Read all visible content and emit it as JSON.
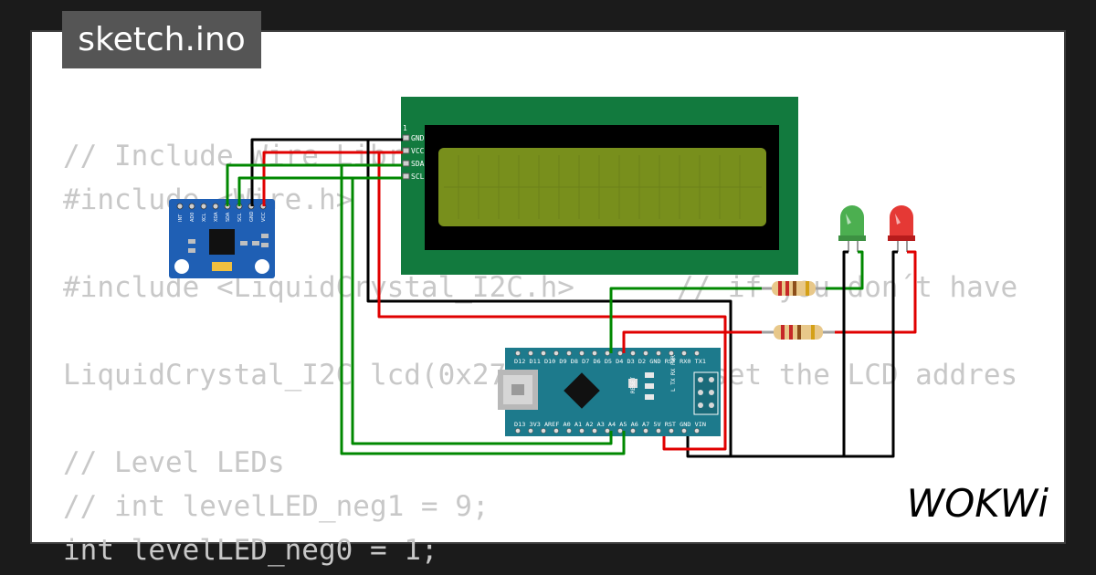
{
  "project": {
    "filename": "sketch.ino"
  },
  "code_lines": [
    "// Include Wire Library",
    "#include <Wire.h>",
    "",
    "#include <LiquidCrystal_I2C.h>      // if you don´t have",
    "",
    "LiquidCrystal_I2C lcd(0x27,16,2);  // set the LCD addres",
    "",
    "// Level LEDs",
    "// int levelLED_neg1 = 9;",
    "int levelLED_neg0 = 1;"
  ],
  "lcd": {
    "pin_index": "1",
    "pins": [
      "GND",
      "VCC",
      "SDA",
      "SCL"
    ]
  },
  "mpu": {
    "pins": [
      "INT",
      "AD0",
      "XCL",
      "XDA",
      "SDA",
      "SCL",
      "GND",
      "VCC"
    ]
  },
  "nano": {
    "top_pins": "D12 D11 D10 D9 D8 D7 D6 D5 D4 D3 D2 GND RST RX0 TX1",
    "bottom_pins": "D13 3V3 AREF A0 A1 A2 A3 A4 A5 A6 A7 5V RST GND VIN",
    "reset_label": "RESET",
    "led_labels": "L TX RX PWR"
  },
  "leds": [
    {
      "color": "green",
      "hex": "#4caf50"
    },
    {
      "color": "red",
      "hex": "#e53935"
    }
  ],
  "wire_colors": {
    "ground": "#000000",
    "power": "#e00000",
    "signal": "#008800"
  },
  "brand": {
    "logo": "WOKWi"
  }
}
